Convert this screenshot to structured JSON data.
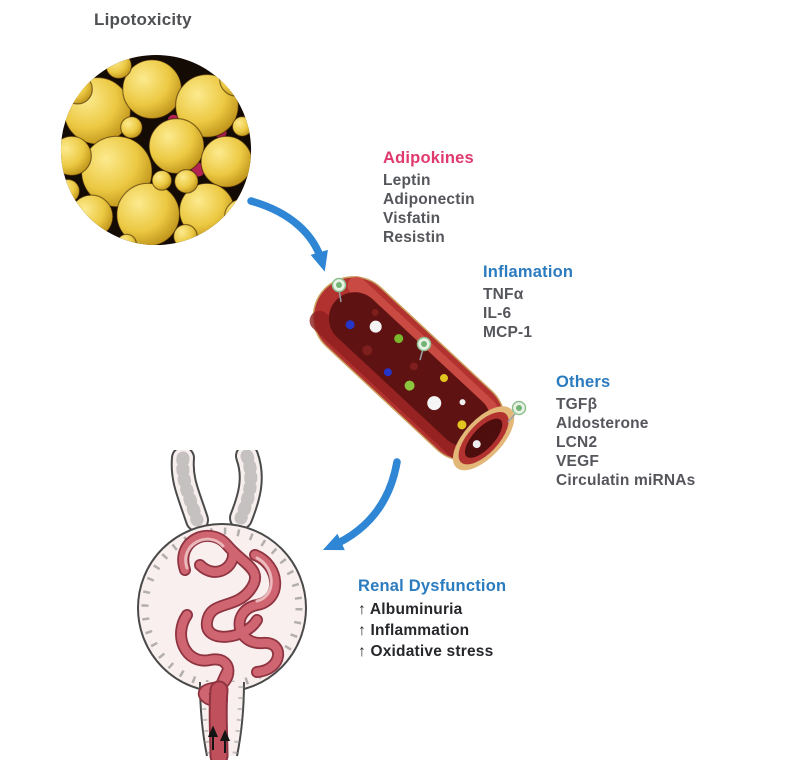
{
  "title": "Lipotoxicity",
  "colors": {
    "heading_pink": "#e0396d",
    "heading_blue": "#2b7bbf",
    "body_text": "#55565b",
    "dark_text": "#26272b",
    "arrow_blue": "#2f86d4"
  },
  "icons": {
    "fat_cells": "fat-cells-illustration",
    "blood_vessel": "blood-vessel-illustration",
    "glomerulus": "glomerulus-illustration",
    "pin": "pin-marker-icon",
    "flow_arrow": "flow-arrow-icon"
  },
  "groups": {
    "adipokines": {
      "heading": "Adipokines",
      "items": [
        "Leptin",
        "Adiponectin",
        "Visfatin",
        "Resistin"
      ]
    },
    "inflamation": {
      "heading": "Inflamation",
      "items": [
        "TNFα",
        "IL-6",
        "MCP-1"
      ]
    },
    "others": {
      "heading": "Others",
      "items": [
        "TGFβ",
        "Aldosterone",
        "LCN2",
        "VEGF",
        "Circulatin miRNAs"
      ]
    },
    "renal_dysfunction": {
      "heading": "Renal Dysfunction",
      "items": [
        "↑ Albuminuria",
        "↑ Inflammation",
        "↑ Oxidative stress"
      ]
    }
  }
}
